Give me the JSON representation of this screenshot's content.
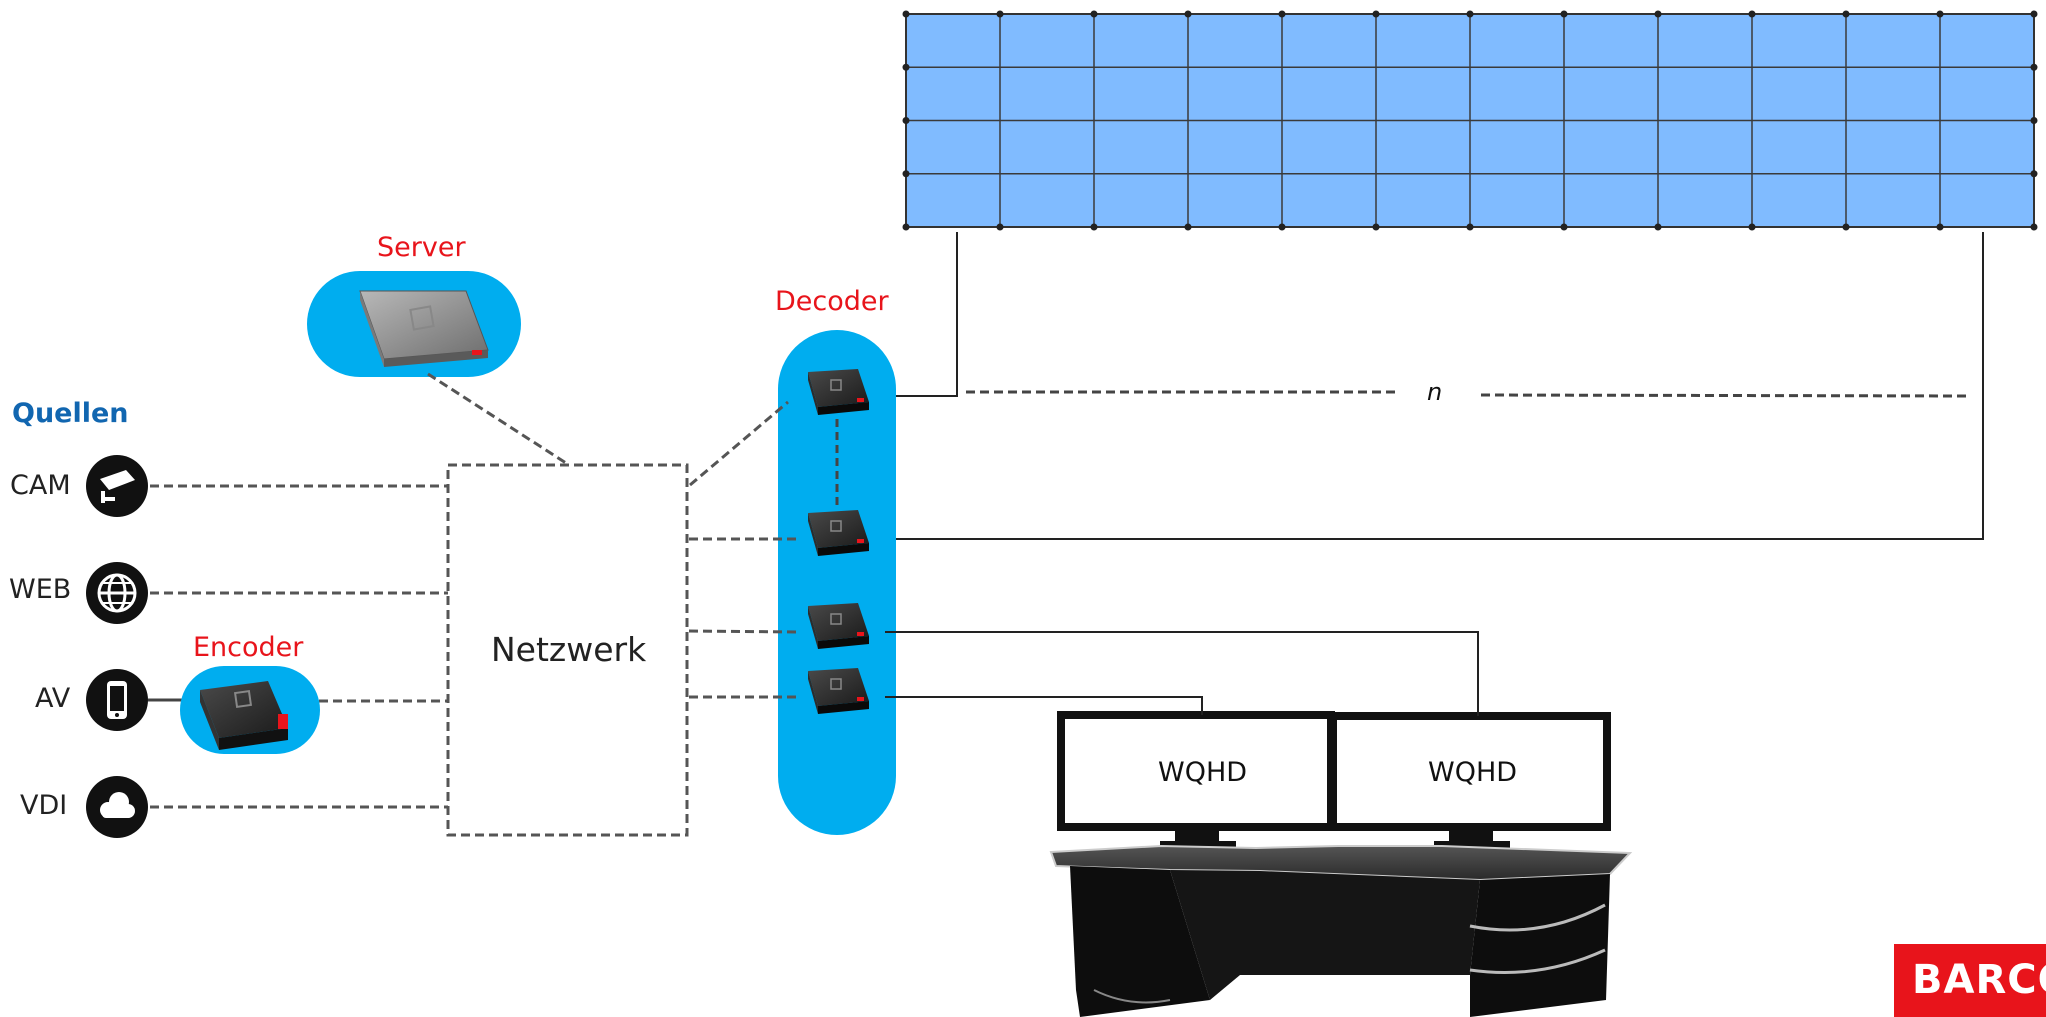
{
  "labels": {
    "server": "Server",
    "decoder": "Decoder",
    "encoder": "Encoder",
    "sources_heading": "Quellen",
    "network": "Netzwerk",
    "n": "n",
    "logo": "BARCO"
  },
  "sources": [
    {
      "label": "CAM",
      "icon": "cctv-camera-icon"
    },
    {
      "label": "WEB",
      "icon": "globe-icon"
    },
    {
      "label": "AV",
      "icon": "smartphone-icon"
    },
    {
      "label": "VDI",
      "icon": "cloud-icon"
    }
  ],
  "monitors": [
    {
      "label": "WQHD"
    },
    {
      "label": "WQHD"
    }
  ],
  "videowall": {
    "columns": 12,
    "rows": 4
  },
  "colors": {
    "accent": "#00adef",
    "wall": "#80bbff",
    "label_red": "#e8141b",
    "heading_blue": "#1166b0",
    "brand": "#e8141b"
  }
}
